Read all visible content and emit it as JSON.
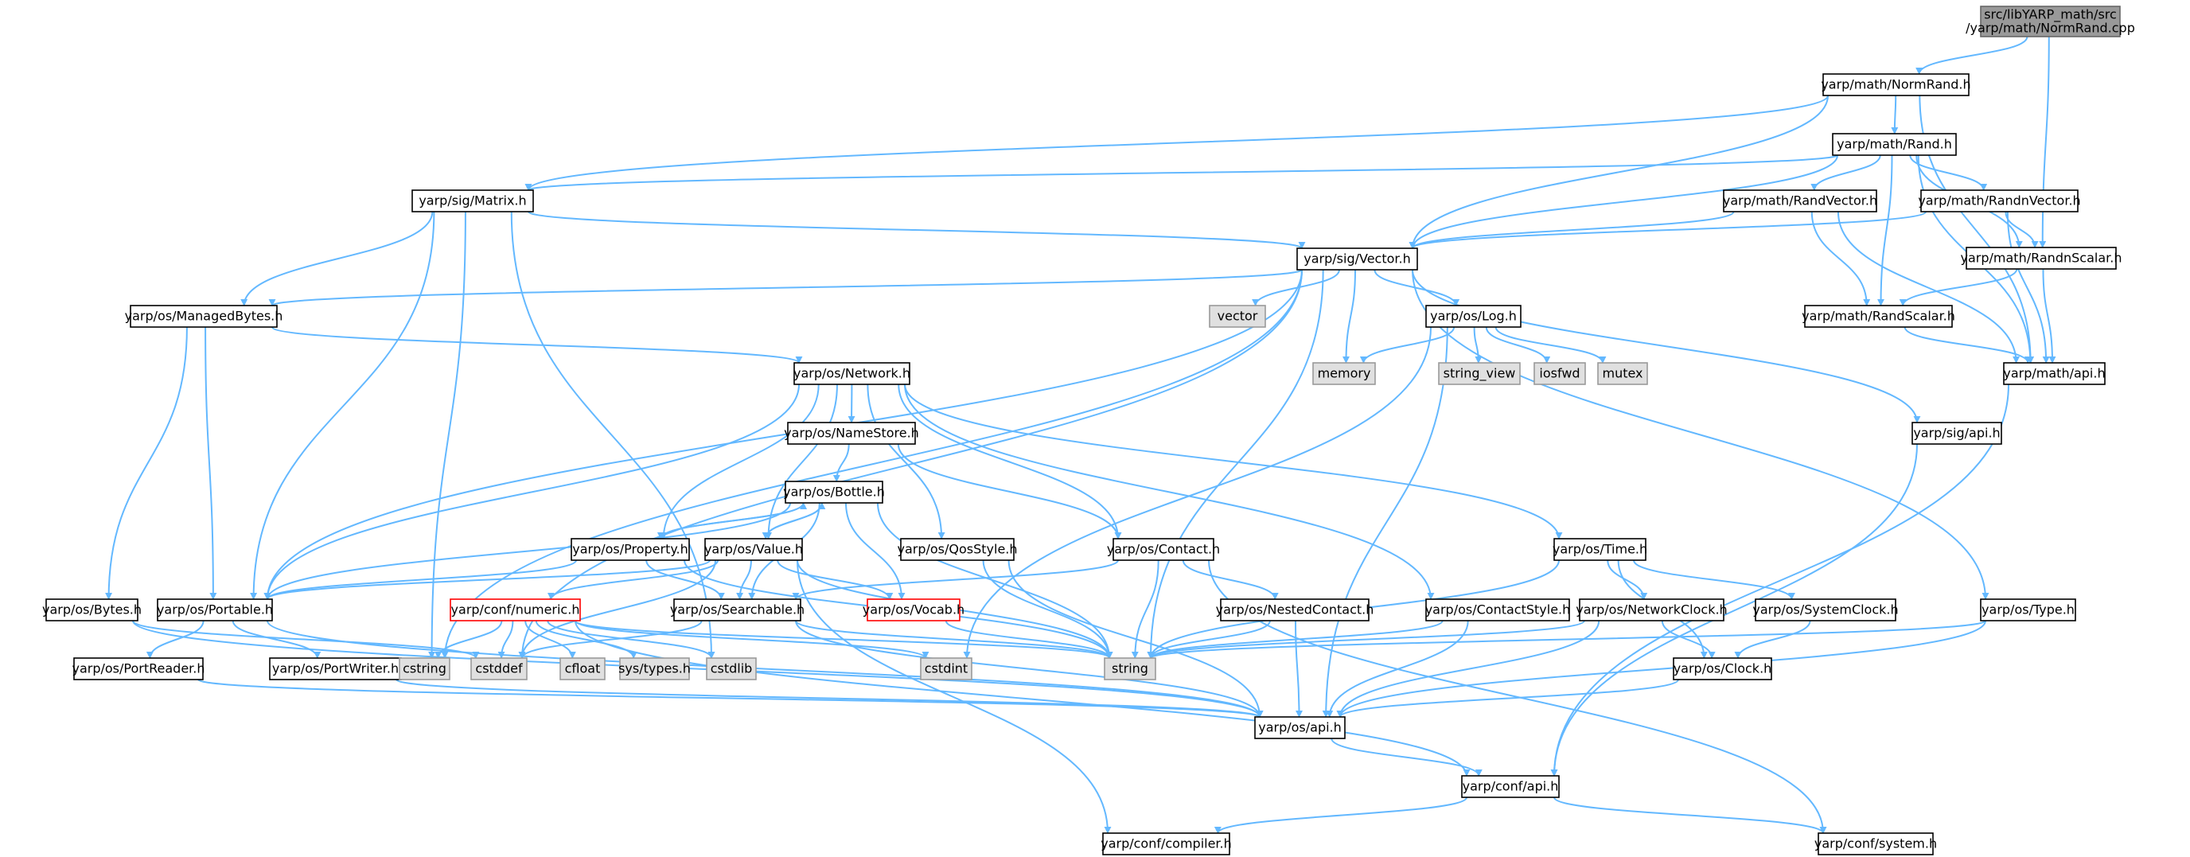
{
  "graph": {
    "title": "",
    "styles": {
      "root": {
        "fill": "#999999",
        "stroke": "#666666"
      },
      "file": {
        "fill": "#ffffff",
        "stroke": "#000000"
      },
      "error": {
        "fill": "#ffffff",
        "stroke": "#ff0000"
      },
      "sys": {
        "fill": "#e0e0e0",
        "stroke": "#999999"
      },
      "edge": "#63b8ff"
    },
    "nodes": [
      {
        "id": "root",
        "label": "src/libYARP_math/src\n/yarp/math/NormRand.cpp",
        "style": "root"
      },
      {
        "id": "normrand_h",
        "label": "yarp/math/NormRand.h",
        "style": "file"
      },
      {
        "id": "rand_h",
        "label": "yarp/math/Rand.h",
        "style": "file"
      },
      {
        "id": "matrix_h",
        "label": "yarp/sig/Matrix.h",
        "style": "file"
      },
      {
        "id": "randvector_h",
        "label": "yarp/math/RandVector.h",
        "style": "file"
      },
      {
        "id": "randnvector_h",
        "label": "yarp/math/RandnVector.h",
        "style": "file"
      },
      {
        "id": "vector_h",
        "label": "yarp/sig/Vector.h",
        "style": "file"
      },
      {
        "id": "randnscalar_h",
        "label": "yarp/math/RandnScalar.h",
        "style": "file"
      },
      {
        "id": "managedbytes_h",
        "label": "yarp/os/ManagedBytes.h",
        "style": "file"
      },
      {
        "id": "vector",
        "label": "vector",
        "style": "sys"
      },
      {
        "id": "log_h",
        "label": "yarp/os/Log.h",
        "style": "file"
      },
      {
        "id": "randscalar_h",
        "label": "yarp/math/RandScalar.h",
        "style": "file"
      },
      {
        "id": "memory",
        "label": "memory",
        "style": "sys"
      },
      {
        "id": "string_view",
        "label": "string_view",
        "style": "sys"
      },
      {
        "id": "iosfwd",
        "label": "iosfwd",
        "style": "sys"
      },
      {
        "id": "mutex",
        "label": "mutex",
        "style": "sys"
      },
      {
        "id": "math_api_h",
        "label": "yarp/math/api.h",
        "style": "file"
      },
      {
        "id": "network_h",
        "label": "yarp/os/Network.h",
        "style": "file"
      },
      {
        "id": "sig_api_h",
        "label": "yarp/sig/api.h",
        "style": "file"
      },
      {
        "id": "namestore_h",
        "label": "yarp/os/NameStore.h",
        "style": "file"
      },
      {
        "id": "bottle_h",
        "label": "yarp/os/Bottle.h",
        "style": "file"
      },
      {
        "id": "property_h",
        "label": "yarp/os/Property.h",
        "style": "file"
      },
      {
        "id": "value_h",
        "label": "yarp/os/Value.h",
        "style": "file"
      },
      {
        "id": "qosstyle_h",
        "label": "yarp/os/QosStyle.h",
        "style": "file"
      },
      {
        "id": "contact_h",
        "label": "yarp/os/Contact.h",
        "style": "file"
      },
      {
        "id": "time_h",
        "label": "yarp/os/Time.h",
        "style": "file"
      },
      {
        "id": "bytes_h",
        "label": "yarp/os/Bytes.h",
        "style": "file"
      },
      {
        "id": "portable_h",
        "label": "yarp/os/Portable.h",
        "style": "file"
      },
      {
        "id": "numeric_h",
        "label": "yarp/conf/numeric.h",
        "style": "error"
      },
      {
        "id": "searchable_h",
        "label": "yarp/os/Searchable.h",
        "style": "file"
      },
      {
        "id": "vocab_h",
        "label": "yarp/os/Vocab.h",
        "style": "error"
      },
      {
        "id": "nestedcontact_h",
        "label": "yarp/os/NestedContact.h",
        "style": "file"
      },
      {
        "id": "contactstyle_h",
        "label": "yarp/os/ContactStyle.h",
        "style": "file"
      },
      {
        "id": "networkclock_h",
        "label": "yarp/os/NetworkClock.h",
        "style": "file"
      },
      {
        "id": "systemclock_h",
        "label": "yarp/os/SystemClock.h",
        "style": "file"
      },
      {
        "id": "type_h",
        "label": "yarp/os/Type.h",
        "style": "file"
      },
      {
        "id": "portreader_h",
        "label": "yarp/os/PortReader.h",
        "style": "file"
      },
      {
        "id": "portwriter_h",
        "label": "yarp/os/PortWriter.h",
        "style": "file"
      },
      {
        "id": "cstring",
        "label": "cstring",
        "style": "sys"
      },
      {
        "id": "cstddef",
        "label": "cstddef",
        "style": "sys"
      },
      {
        "id": "cfloat",
        "label": "cfloat",
        "style": "sys"
      },
      {
        "id": "systypes_h",
        "label": "sys/types.h",
        "style": "sys"
      },
      {
        "id": "cstdlib",
        "label": "cstdlib",
        "style": "sys"
      },
      {
        "id": "cstdint",
        "label": "cstdint",
        "style": "sys"
      },
      {
        "id": "string",
        "label": "string",
        "style": "sys"
      },
      {
        "id": "clock_h",
        "label": "yarp/os/Clock.h",
        "style": "file"
      },
      {
        "id": "os_api_h",
        "label": "yarp/os/api.h",
        "style": "file"
      },
      {
        "id": "conf_api_h",
        "label": "yarp/conf/api.h",
        "style": "file"
      },
      {
        "id": "compiler_h",
        "label": "yarp/conf/compiler.h",
        "style": "file"
      },
      {
        "id": "system_h",
        "label": "yarp/conf/system.h",
        "style": "file"
      }
    ],
    "edges": [
      [
        "root",
        "normrand_h"
      ],
      [
        "root",
        "randnscalar_h"
      ],
      [
        "normrand_h",
        "rand_h"
      ],
      [
        "normrand_h",
        "matrix_h"
      ],
      [
        "normrand_h",
        "vector_h"
      ],
      [
        "normrand_h",
        "math_api_h"
      ],
      [
        "rand_h",
        "matrix_h"
      ],
      [
        "rand_h",
        "vector_h"
      ],
      [
        "rand_h",
        "randvector_h"
      ],
      [
        "rand_h",
        "randnvector_h"
      ],
      [
        "rand_h",
        "randnscalar_h"
      ],
      [
        "rand_h",
        "randscalar_h"
      ],
      [
        "rand_h",
        "math_api_h"
      ],
      [
        "matrix_h",
        "vector_h"
      ],
      [
        "matrix_h",
        "managedbytes_h"
      ],
      [
        "matrix_h",
        "portable_h"
      ],
      [
        "matrix_h",
        "cstring"
      ],
      [
        "matrix_h",
        "cstdlib"
      ],
      [
        "randvector_h",
        "vector_h"
      ],
      [
        "randvector_h",
        "randscalar_h"
      ],
      [
        "randvector_h",
        "math_api_h"
      ],
      [
        "randnvector_h",
        "vector_h"
      ],
      [
        "randnvector_h",
        "randnscalar_h"
      ],
      [
        "randnvector_h",
        "math_api_h"
      ],
      [
        "randnscalar_h",
        "randscalar_h"
      ],
      [
        "randnscalar_h",
        "math_api_h"
      ],
      [
        "randscalar_h",
        "math_api_h"
      ],
      [
        "vector_h",
        "managedbytes_h"
      ],
      [
        "vector_h",
        "vector"
      ],
      [
        "vector_h",
        "log_h"
      ],
      [
        "vector_h",
        "memory"
      ],
      [
        "vector_h",
        "sig_api_h"
      ],
      [
        "vector_h",
        "portable_h"
      ],
      [
        "vector_h",
        "string"
      ],
      [
        "vector_h",
        "type_h"
      ],
      [
        "vector_h",
        "cstring"
      ],
      [
        "vector_h",
        "cstddef"
      ],
      [
        "managedbytes_h",
        "network_h"
      ],
      [
        "managedbytes_h",
        "bytes_h"
      ],
      [
        "managedbytes_h",
        "portable_h"
      ],
      [
        "log_h",
        "memory"
      ],
      [
        "log_h",
        "string_view"
      ],
      [
        "log_h",
        "iosfwd"
      ],
      [
        "log_h",
        "mutex"
      ],
      [
        "log_h",
        "cstdint"
      ],
      [
        "log_h",
        "os_api_h"
      ],
      [
        "math_api_h",
        "conf_api_h"
      ],
      [
        "sig_api_h",
        "conf_api_h"
      ],
      [
        "network_h",
        "namestore_h"
      ],
      [
        "network_h",
        "property_h"
      ],
      [
        "network_h",
        "value_h"
      ],
      [
        "network_h",
        "qosstyle_h"
      ],
      [
        "network_h",
        "contact_h"
      ],
      [
        "network_h",
        "time_h"
      ],
      [
        "network_h",
        "contactstyle_h"
      ],
      [
        "network_h",
        "portable_h"
      ],
      [
        "namestore_h",
        "bottle_h"
      ],
      [
        "namestore_h",
        "contact_h"
      ],
      [
        "bottle_h",
        "property_h"
      ],
      [
        "bottle_h",
        "value_h"
      ],
      [
        "bottle_h",
        "searchable_h"
      ],
      [
        "bottle_h",
        "vocab_h"
      ],
      [
        "bottle_h",
        "portable_h"
      ],
      [
        "bottle_h",
        "string"
      ],
      [
        "property_h",
        "bottle_h"
      ],
      [
        "property_h",
        "searchable_h"
      ],
      [
        "property_h",
        "portable_h"
      ],
      [
        "property_h",
        "string"
      ],
      [
        "value_h",
        "bottle_h"
      ],
      [
        "value_h",
        "searchable_h"
      ],
      [
        "value_h",
        "vocab_h"
      ],
      [
        "value_h",
        "numeric_h"
      ],
      [
        "value_h",
        "portable_h"
      ],
      [
        "value_h",
        "string"
      ],
      [
        "value_h",
        "cstddef"
      ],
      [
        "value_h",
        "compiler_h"
      ],
      [
        "qosstyle_h",
        "string"
      ],
      [
        "qosstyle_h",
        "os_api_h"
      ],
      [
        "contact_h",
        "nestedcontact_h"
      ],
      [
        "contact_h",
        "searchable_h"
      ],
      [
        "contact_h",
        "string"
      ],
      [
        "contact_h",
        "system_h"
      ],
      [
        "time_h",
        "networkclock_h"
      ],
      [
        "time_h",
        "systemclock_h"
      ],
      [
        "time_h",
        "clock_h"
      ],
      [
        "time_h",
        "string"
      ],
      [
        "bytes_h",
        "cstddef"
      ],
      [
        "bytes_h",
        "os_api_h"
      ],
      [
        "portable_h",
        "portreader_h"
      ],
      [
        "portable_h",
        "portwriter_h"
      ],
      [
        "portable_h",
        "os_api_h"
      ],
      [
        "numeric_h",
        "cstring"
      ],
      [
        "numeric_h",
        "cstddef"
      ],
      [
        "numeric_h",
        "cfloat"
      ],
      [
        "numeric_h",
        "systypes_h"
      ],
      [
        "numeric_h",
        "cstdlib"
      ],
      [
        "numeric_h",
        "cstdint"
      ],
      [
        "numeric_h",
        "string"
      ],
      [
        "numeric_h",
        "conf_api_h"
      ],
      [
        "searchable_h",
        "string"
      ],
      [
        "searchable_h",
        "os_api_h"
      ],
      [
        "searchable_h",
        "cstddef"
      ],
      [
        "vocab_h",
        "string"
      ],
      [
        "nestedcontact_h",
        "string"
      ],
      [
        "nestedcontact_h",
        "os_api_h"
      ],
      [
        "contactstyle_h",
        "string"
      ],
      [
        "contactstyle_h",
        "os_api_h"
      ],
      [
        "networkclock_h",
        "clock_h"
      ],
      [
        "networkclock_h",
        "string"
      ],
      [
        "networkclock_h",
        "os_api_h"
      ],
      [
        "systemclock_h",
        "clock_h"
      ],
      [
        "type_h",
        "string"
      ],
      [
        "type_h",
        "os_api_h"
      ],
      [
        "portreader_h",
        "os_api_h"
      ],
      [
        "portwriter_h",
        "os_api_h"
      ],
      [
        "clock_h",
        "os_api_h"
      ],
      [
        "os_api_h",
        "conf_api_h"
      ],
      [
        "conf_api_h",
        "compiler_h"
      ],
      [
        "conf_api_h",
        "system_h"
      ]
    ]
  }
}
